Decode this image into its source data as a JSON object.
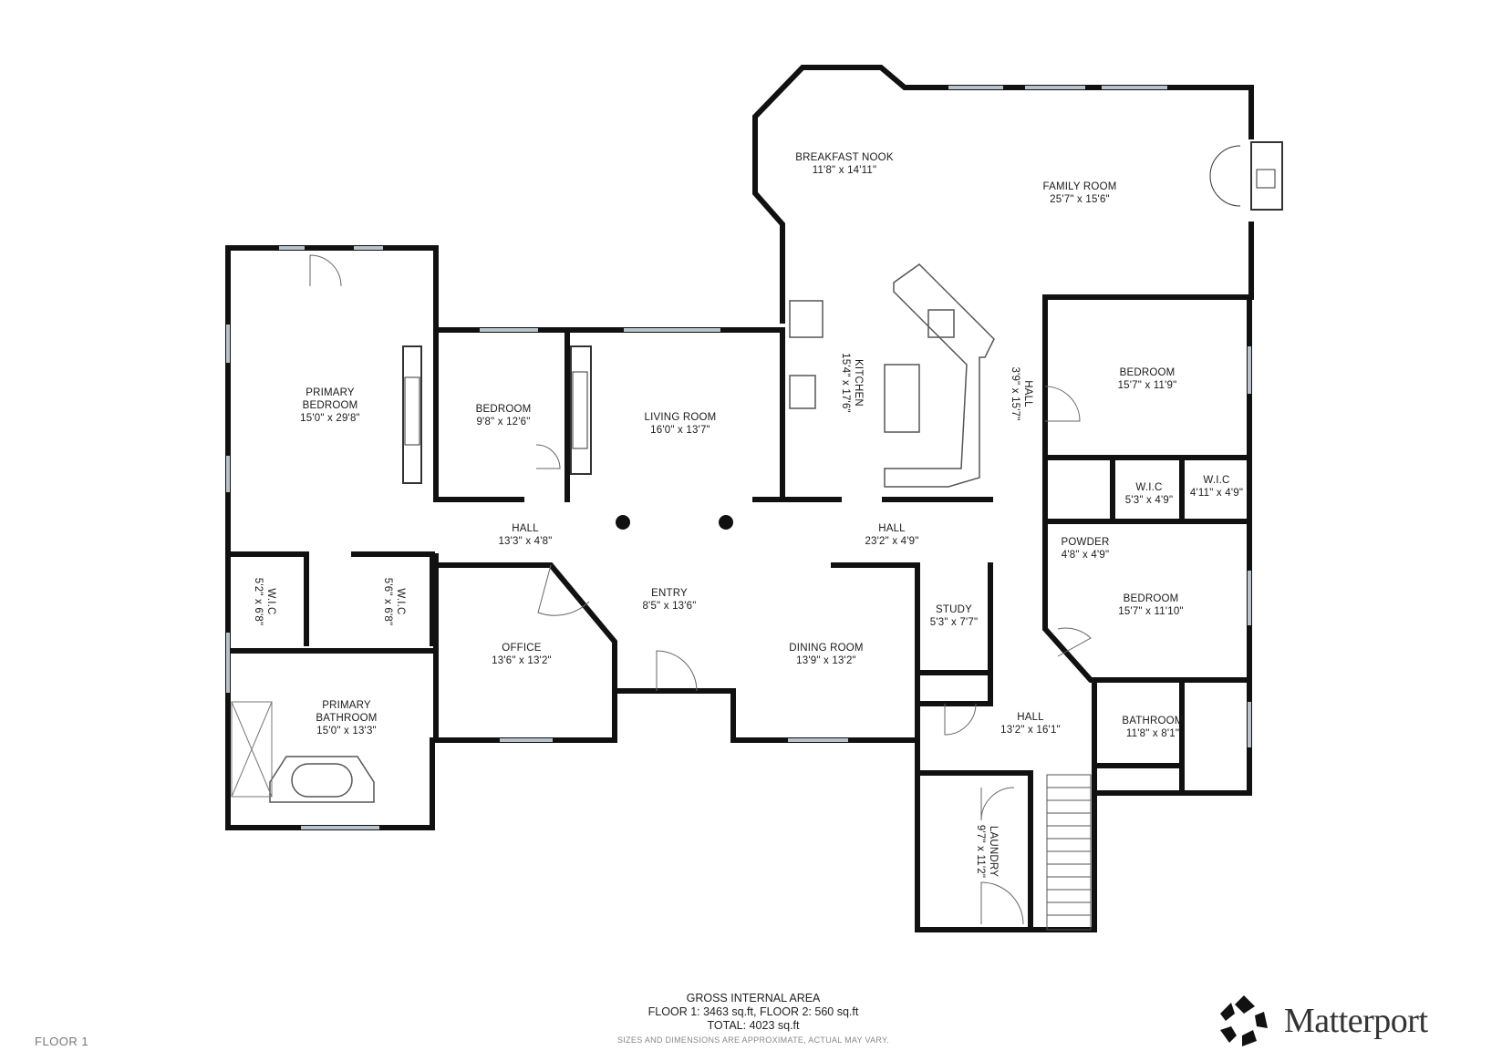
{
  "rooms": {
    "breakfast_nook": {
      "name": "BREAKFAST NOOK",
      "dims": "11'8\" x 14'11\""
    },
    "family_room": {
      "name": "FAMILY ROOM",
      "dims": "25'7\" x 15'6\""
    },
    "primary_bedroom": {
      "name1": "PRIMARY",
      "name2": "BEDROOM",
      "dims": "15'0\" x 29'8\""
    },
    "bedroom_1": {
      "name": "BEDROOM",
      "dims": "9'8\" x 12'6\""
    },
    "living_room": {
      "name": "LIVING ROOM",
      "dims": "16'0\" x 13'7\""
    },
    "kitchen": {
      "name": "KITCHEN",
      "dims": "15'4\" x 17'6\""
    },
    "hall_vertical": {
      "name": "HALL",
      "dims": "3'9\" x 15'7\""
    },
    "bedroom_2": {
      "name": "BEDROOM",
      "dims": "15'7\" x 11'9\""
    },
    "wic_a": {
      "name": "W.I.C",
      "dims": "5'3\" x 4'9\""
    },
    "wic_b": {
      "name": "W.I.C",
      "dims": "4'11\" x 4'9\""
    },
    "powder": {
      "name": "POWDER",
      "dims": "4'8\" x 4'9\""
    },
    "hall_left": {
      "name": "HALL",
      "dims": "13'3\" x 4'8\""
    },
    "hall_center": {
      "name": "HALL",
      "dims": "23'2\" x 4'9\""
    },
    "bedroom_3": {
      "name": "BEDROOM",
      "dims": "15'7\" x 11'10\""
    },
    "wic_c": {
      "name": "W.I.C",
      "dims": "5'2\" x 6'8\""
    },
    "wic_d": {
      "name": "W.I.C",
      "dims": "5'6\" x 6'8\""
    },
    "entry": {
      "name": "ENTRY",
      "dims": "8'5\" x 13'6\""
    },
    "study": {
      "name": "STUDY",
      "dims": "5'3\" x 7'7\""
    },
    "office": {
      "name": "OFFICE",
      "dims": "13'6\" x 13'2\""
    },
    "dining_room": {
      "name": "DINING ROOM",
      "dims": "13'9\" x 13'2\""
    },
    "primary_bathroom": {
      "name1": "PRIMARY",
      "name2": "BATHROOM",
      "dims": "15'0\" x 13'3\""
    },
    "hall_lower": {
      "name": "HALL",
      "dims": "13'2\" x 16'1\""
    },
    "bathroom": {
      "name": "BATHROOM",
      "dims": "11'8\" x 8'1\""
    },
    "laundry": {
      "name": "LAUNDRY",
      "dims": "9'7\" x 11'2\""
    }
  },
  "footer": {
    "title": "GROSS INTERNAL AREA",
    "floors": "FLOOR 1: 3463 sq.ft, FLOOR 2: 560 sq.ft",
    "total": "TOTAL: 4023 sq.ft",
    "note": "SIZES AND DIMENSIONS ARE APPROXIMATE, ACTUAL MAY VARY."
  },
  "floor_label": "FLOOR 1",
  "brand": {
    "name": "Matterport",
    "logo_icon": "matterport-logo-icon"
  },
  "colors": {
    "wall": "#111111",
    "window": "#b9c2cc",
    "fixture": "#8a8a8a"
  }
}
